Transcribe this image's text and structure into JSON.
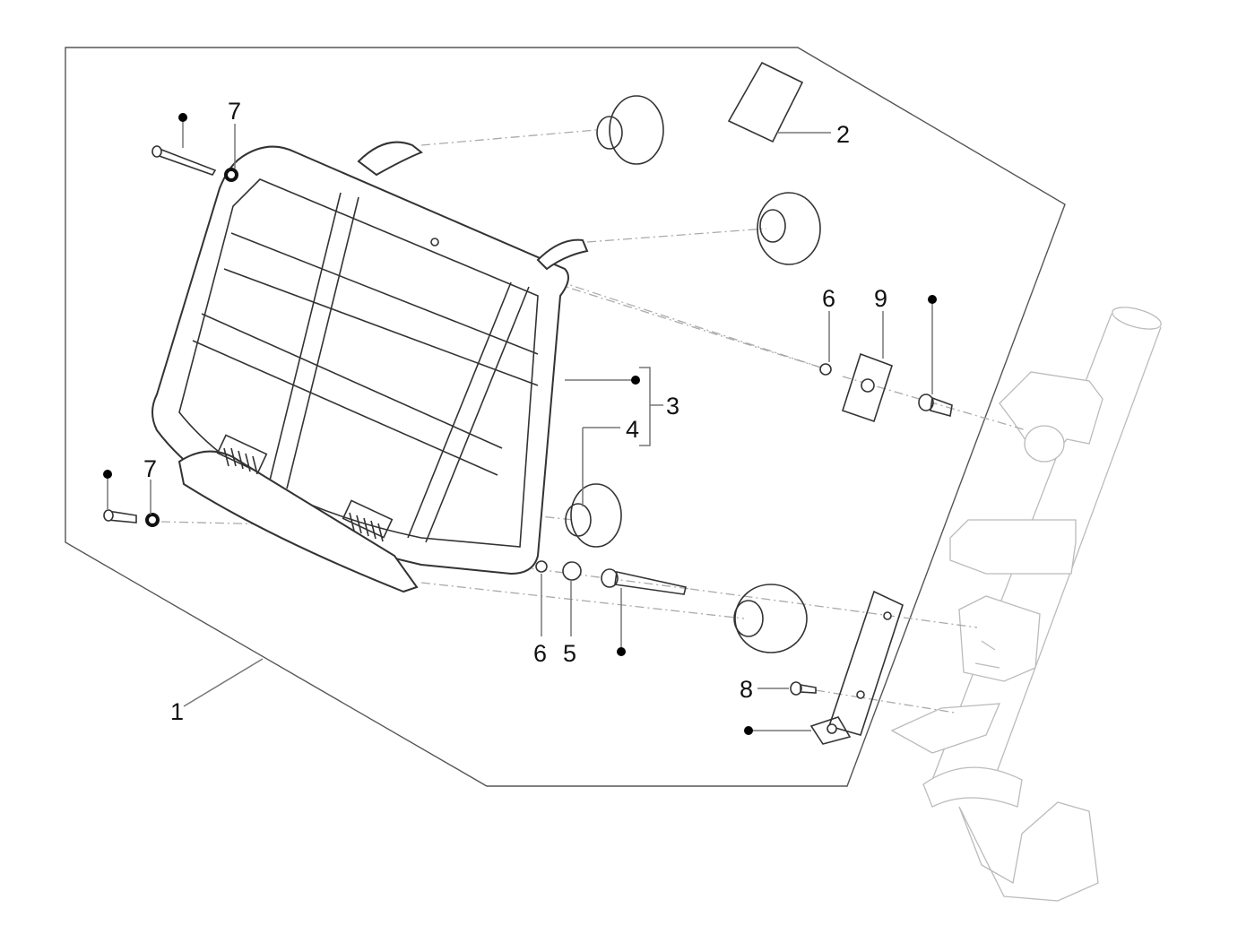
{
  "diagram": {
    "type": "exploded-parts-diagram",
    "subject": "Front luggage rack assembly",
    "callouts": [
      {
        "id": "c1",
        "label": "1",
        "part": "rack-assembly-kit"
      },
      {
        "id": "c2",
        "label": "2",
        "part": "instruction-sheet"
      },
      {
        "id": "c3",
        "label": "3",
        "part": "rack-with-mounts-group"
      },
      {
        "id": "c4",
        "label": "4",
        "part": "rubber-bumper"
      },
      {
        "id": "c5",
        "label": "5",
        "part": "washer-large"
      },
      {
        "id": "c6a",
        "label": "6",
        "part": "washer-small"
      },
      {
        "id": "c6b",
        "label": "6",
        "part": "washer-small"
      },
      {
        "id": "c7a",
        "label": "7",
        "part": "nut"
      },
      {
        "id": "c7b",
        "label": "7",
        "part": "nut"
      },
      {
        "id": "c8",
        "label": "8",
        "part": "screw"
      },
      {
        "id": "c9",
        "label": "9",
        "part": "rubber-pad"
      }
    ],
    "non_orderable_marker": "●"
  }
}
